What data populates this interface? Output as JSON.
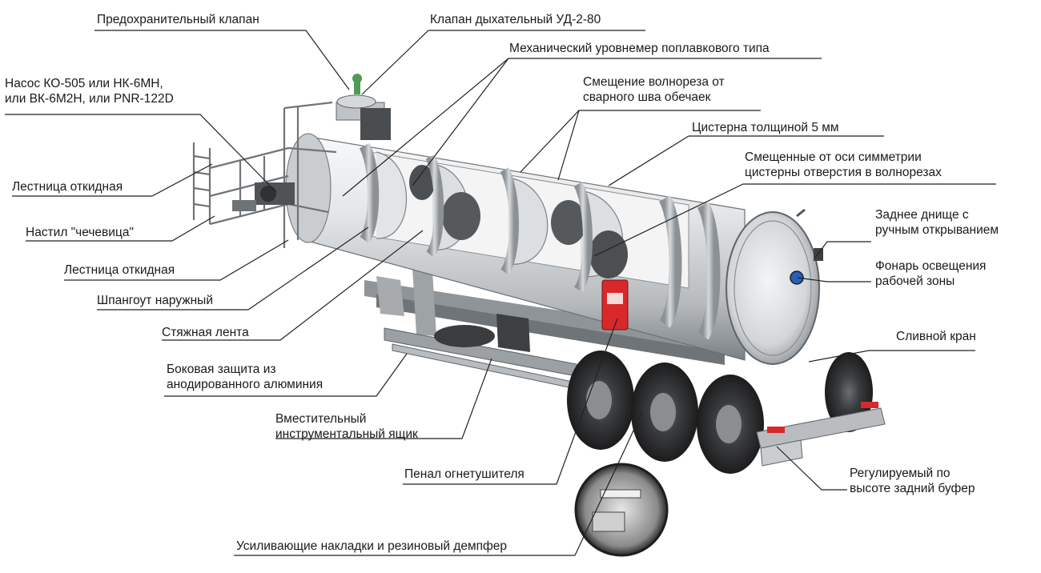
{
  "colors": {
    "text": "#1a1a1a",
    "leader": "#222222",
    "steel_light": "#e9ebec",
    "steel_mid": "#b9bdc0",
    "steel_dark": "#5f6468",
    "interior": "#f2f2f2",
    "tire": "#2b2b2b",
    "accent_red": "#d8282a",
    "lamp_blue": "#2a5fb8",
    "valve_green": "#4f9a57"
  },
  "labels": [
    {
      "id": "safety-valve",
      "text": "Предохранительный клапан"
    },
    {
      "id": "breather-valve",
      "text": "Клапан дыхательный УД-2-80"
    },
    {
      "id": "level-gauge",
      "text": "Механический уровнемер поплавкового типа"
    },
    {
      "id": "pump",
      "lines": [
        "Насос КО-505 или НК-6МН,",
        "или ВК-6М2Н, или PNR-122D"
      ]
    },
    {
      "id": "baffle-offset",
      "lines": [
        "Смещение волнореза от",
        "сварного шва обечаек"
      ]
    },
    {
      "id": "tank-thickness",
      "text": "Цистерна толщиной 5 мм"
    },
    {
      "id": "baffle-holes",
      "lines": [
        "Смещенные от оси симметрии",
        "цистерны отверстия в волнорезах"
      ]
    },
    {
      "id": "ladder-1",
      "text": "Лестница откидная"
    },
    {
      "id": "rear-head",
      "lines": [
        "Заднее днище с",
        "ручным открыванием"
      ]
    },
    {
      "id": "deck",
      "text": "Настил \"чечевица\""
    },
    {
      "id": "work-light",
      "lines": [
        "Фонарь освещения",
        "рабочей зоны"
      ]
    },
    {
      "id": "ladder-2",
      "text": "Лестница откидная"
    },
    {
      "id": "outer-frame",
      "text": "Шпангоут наружный"
    },
    {
      "id": "tension-strap",
      "text": "Стяжная лента"
    },
    {
      "id": "drain-valve",
      "text": "Сливной кран"
    },
    {
      "id": "side-guard",
      "lines": [
        "Боковая защита из",
        "анодированного алюминия"
      ]
    },
    {
      "id": "tool-box",
      "lines": [
        "Вместительный",
        "инструментальный ящик"
      ]
    },
    {
      "id": "extinguisher",
      "text": "Пенал огнетушителя"
    },
    {
      "id": "rear-bumper",
      "lines": [
        "Регулируемый по",
        "высоте задний буфер"
      ]
    },
    {
      "id": "pads-damper",
      "text": "Усиливающие накладки и резиновый демпфер"
    }
  ]
}
